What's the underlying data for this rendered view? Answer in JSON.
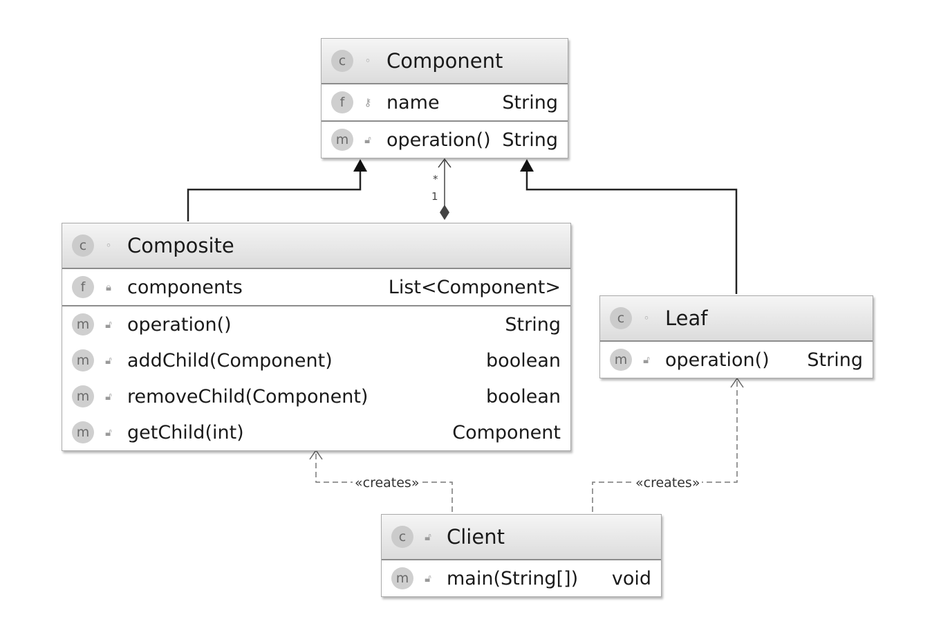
{
  "classes": {
    "component": {
      "name": "Component",
      "fields": [
        {
          "name": "name",
          "type": "String"
        }
      ],
      "methods": [
        {
          "name": "operation()",
          "type": "String"
        }
      ]
    },
    "composite": {
      "name": "Composite",
      "fields": [
        {
          "name": "components",
          "type": "List<Component>"
        }
      ],
      "methods": [
        {
          "name": "operation()",
          "type": "String"
        },
        {
          "name": "addChild(Component)",
          "type": "boolean"
        },
        {
          "name": "removeChild(Component)",
          "type": "boolean"
        },
        {
          "name": "getChild(int)",
          "type": "Component"
        }
      ]
    },
    "leaf": {
      "name": "Leaf",
      "methods": [
        {
          "name": "operation()",
          "type": "String"
        }
      ]
    },
    "client": {
      "name": "Client",
      "methods": [
        {
          "name": "main(String[])",
          "type": "void"
        }
      ]
    }
  },
  "badges": {
    "class": "c",
    "field": "f",
    "method": "m"
  },
  "relations": {
    "aggregation": {
      "mult_top": "*",
      "mult_bottom": "1"
    },
    "creates_composite": "«creates»",
    "creates_leaf": "«creates»"
  },
  "colors": {
    "line": "#222222",
    "dashed": "#777777",
    "header_top": "#f5f5f5",
    "header_bottom": "#dcdcdc"
  }
}
